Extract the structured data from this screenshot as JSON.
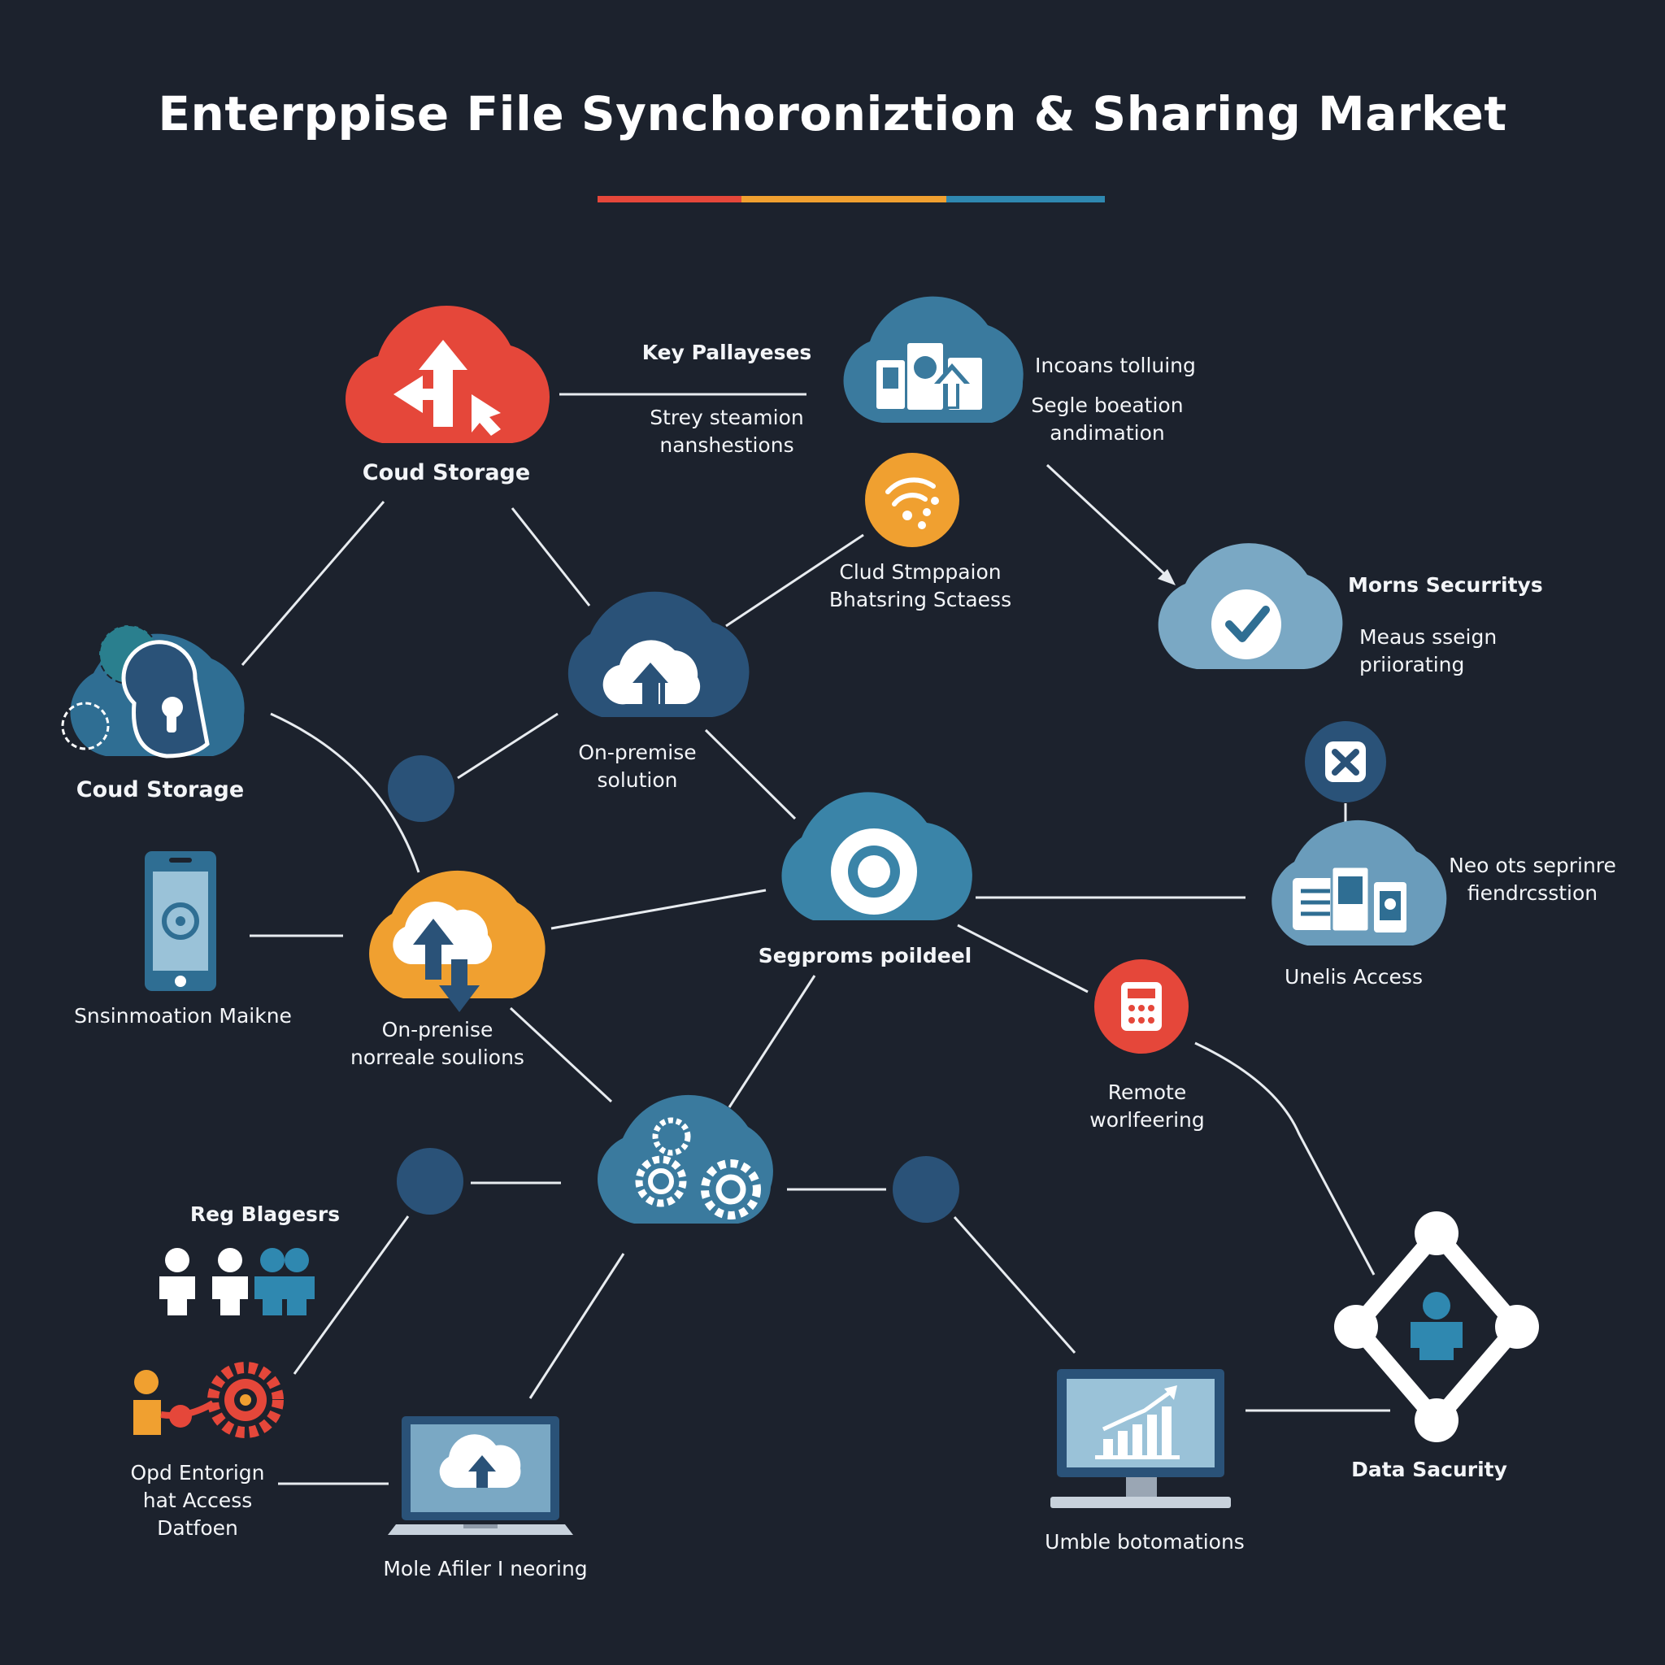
{
  "title": "Enterppise File Synchoroniztion & Sharing Market",
  "colors": {
    "background": "#1c222d",
    "red": "#e5473a",
    "orange": "#f0a030",
    "blue": "#2f6e93",
    "dark_blue": "#2a5278",
    "light_blue": "#7aa8c4",
    "line": "#e8ecf0"
  },
  "labels": {
    "top_cloud": "Coud Storage",
    "key_players": "Key Pallayeses",
    "key_players_sub": [
      "Strey steamion",
      "nanshestions"
    ],
    "icons_tool": "Incoans tolluing",
    "icons_tool_sub": [
      "Segle boeation",
      "andimation"
    ],
    "cloud_stmp": [
      "Clud Stmppaion",
      "Bhatsring Sctaess"
    ],
    "moms": "Morns Securritys",
    "moms_sub": [
      "Meaus sseign",
      "priiorating"
    ],
    "left_cloud": "Coud Storage",
    "onprem_center": [
      "On-premise",
      "solution"
    ],
    "neo": [
      "Neo ots seprinre",
      "fiendrcsstion"
    ],
    "unelis": "Unelis Access",
    "phone": "Snsinmoation Maikne",
    "onprem_orange": [
      "On-prenise",
      "norreale soulions"
    ],
    "segproms": "Segproms poildeel",
    "remote": [
      "Remote",
      "worlfeering"
    ],
    "reg": "Reg Blagesrs",
    "opd": [
      "Opd Entorign",
      "hat Access",
      "Datfoen"
    ],
    "mole": "Mole Afiler I neoring",
    "umble": "Umble botomations",
    "data_security": "Data Sacurity"
  },
  "icons": [
    "cloud-upload-arrows-icon",
    "cloud-devices-icon",
    "wifi-icon",
    "cloud-check-icon",
    "cloud-lock-gear-icon",
    "cloud-upload-icon",
    "close-icon",
    "cloud-documents-icon",
    "cloud-target-icon",
    "phone-icon",
    "cloud-orange-upload-icon",
    "calculator-icon",
    "cloud-gears-icon",
    "users-icon",
    "person-gear-icon",
    "laptop-cloud-icon",
    "monitor-chart-icon",
    "network-person-icon"
  ]
}
